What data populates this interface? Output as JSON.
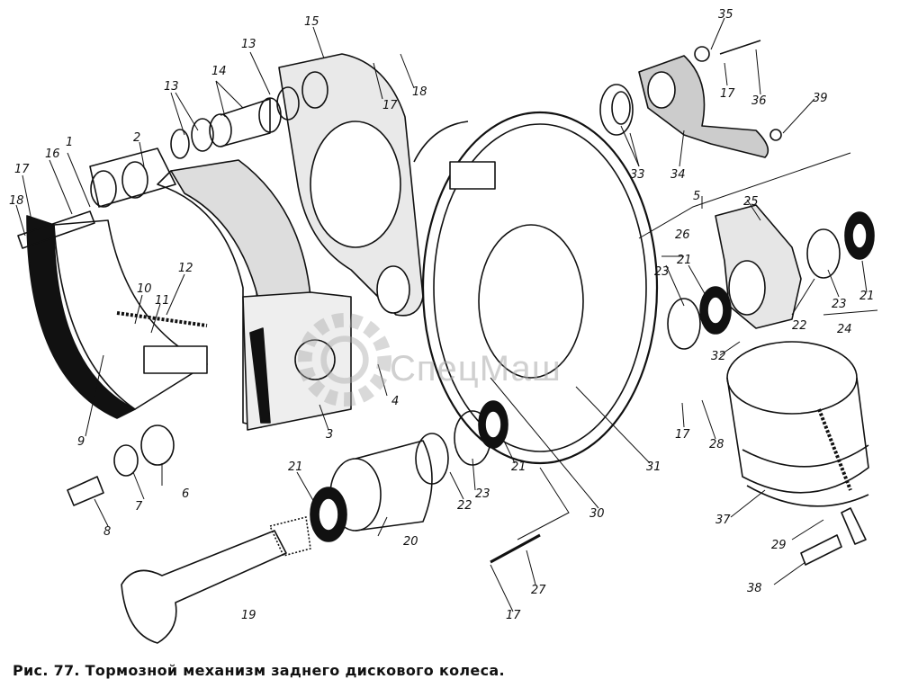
{
  "caption": "Рис. 77. Тормозной механизм заднего дискового колеса.",
  "watermark": "СпецМаш",
  "colors": {
    "ink": "#111111",
    "background": "#ffffff",
    "watermark": "#aaaaaa"
  },
  "callouts": [
    "1",
    "2",
    "3",
    "4",
    "5",
    "6",
    "7",
    "8",
    "9",
    "10",
    "11",
    "12",
    "13",
    "13",
    "14",
    "15",
    "16",
    "17",
    "17",
    "17",
    "17",
    "17",
    "18",
    "18",
    "19",
    "20",
    "21",
    "21",
    "21",
    "21",
    "22",
    "22",
    "23",
    "23",
    "23",
    "24",
    "25",
    "26",
    "27",
    "28",
    "29",
    "30",
    "31",
    "32",
    "33",
    "34",
    "35",
    "36",
    "37",
    "38",
    "39"
  ]
}
